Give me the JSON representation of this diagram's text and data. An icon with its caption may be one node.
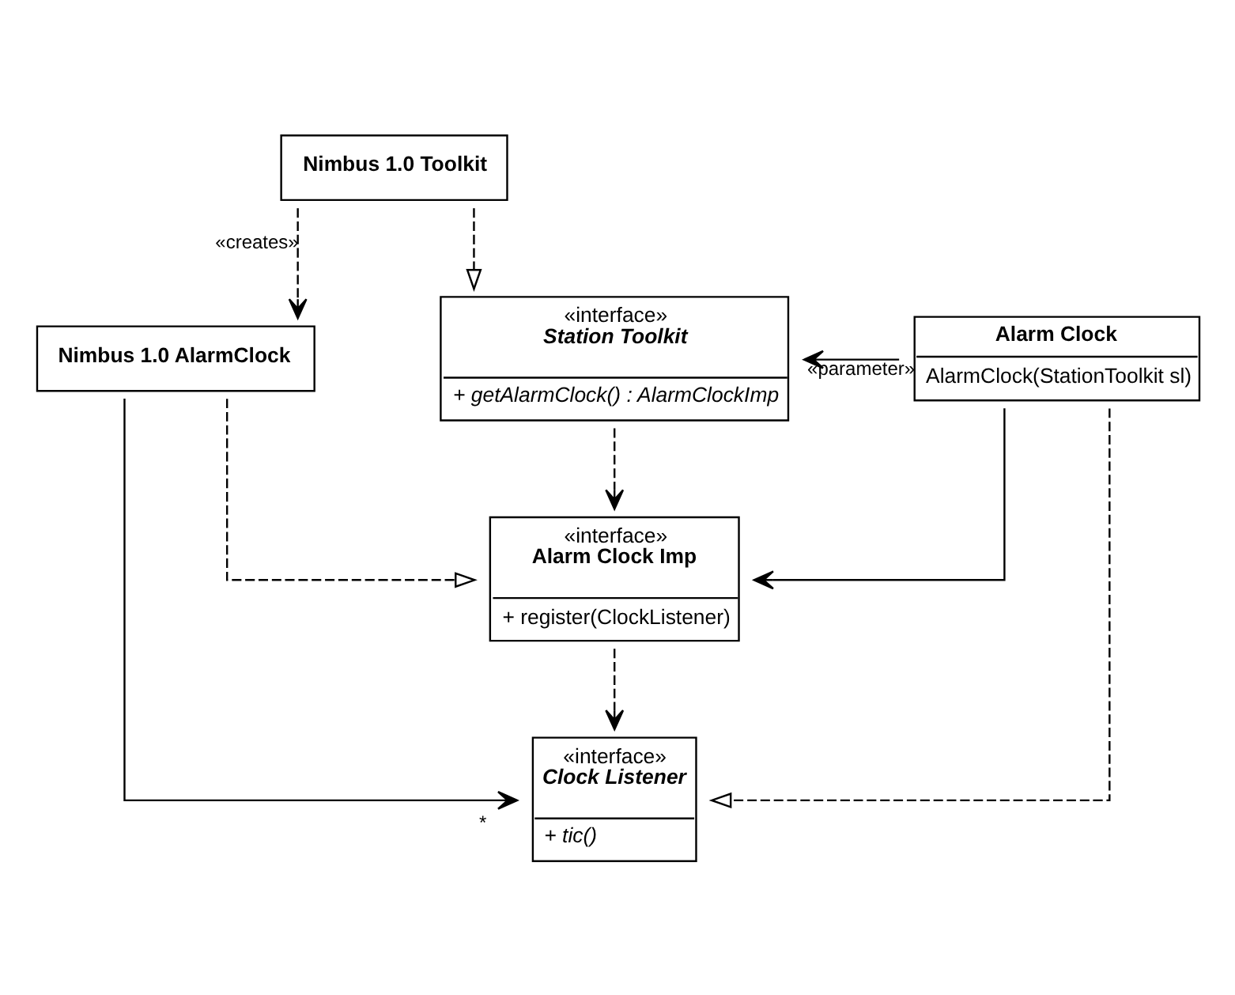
{
  "diagram": {
    "nodes": [
      {
        "text": [
          "«interface»",
          "Station Toolkit",
          "+ getAlarmClock() : AlarmClockImp"
        ]
      },
      {
        "text": [
          "Nimbus 1.0 Toolkit"
        ]
      },
      {
        "text": [
          "«interface»",
          "Alarm Clock Imp",
          "+ register(ClockListener)"
        ]
      },
      {
        "text": [
          "Nimbus 1.0 AlarmClock"
        ]
      },
      {
        "text": [
          "«interface»",
          "Clock Listener",
          "+ tic()"
        ]
      },
      {
        "text": [
          "Alarm Clock",
          "AlarmClock(StationToolkit sl)"
        ]
      }
    ],
    "edges": [
      {
        "from": 1,
        "to": 0,
        "arrow": "to",
        "style": "dashed"
      },
      {
        "from": 0,
        "to": 2,
        "arrow": "to",
        "style": "dashed"
      },
      {
        "from": 1,
        "to": 3,
        "arrow": "to",
        "style": "dashed",
        "label": "«creates»"
      },
      {
        "from": 3,
        "to": 2,
        "arrow": "to",
        "style": "dashed"
      },
      {
        "from": 3,
        "to": 4,
        "arrow": "to",
        "label": "*"
      },
      {
        "from": 2,
        "to": 4,
        "arrow": "to",
        "style": "dashed"
      },
      {
        "from": 5,
        "to": 4,
        "arrow": "to",
        "style": "dashed"
      },
      {
        "from": 5,
        "to": 2,
        "arrow": "to"
      },
      {
        "from": 5,
        "to": 0,
        "arrow": "to",
        "label": "«parameter»"
      }
    ]
  }
}
